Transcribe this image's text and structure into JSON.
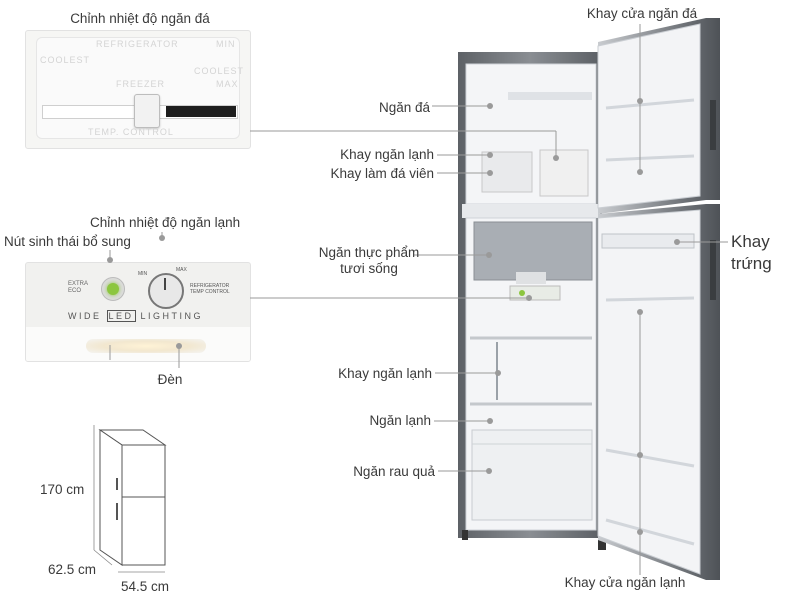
{
  "labels": {
    "freezer_temp_control": "Chỉnh nhiệt độ ngăn đá",
    "fridge_temp_control": "Chỉnh nhiệt độ ngăn lạnh",
    "eco_button": "Nút sinh thái bổ sung",
    "light": "Đèn",
    "freezer_door_tray": "Khay cửa ngăn đá",
    "freezer": "Ngăn đá",
    "fridge_tray_top": "Khay ngăn lạnh",
    "ice_tray": "Khay làm đá viên",
    "fresh_food": "Ngăn thực phẩm tươi sống",
    "egg_tray": "Khay trứng",
    "fridge_tray": "Khay ngăn lạnh",
    "fridge": "Ngăn lạnh",
    "crisper": "Ngăn rau quả",
    "fridge_door_tray": "Khay cửa ngăn lạnh"
  },
  "dimensions": {
    "height": "170 cm",
    "depth": "62.5 cm",
    "width": "54.5 cm"
  },
  "panel_text": {
    "refrigerator": "REFRIGERATOR",
    "freezer": "FREEZER",
    "temp_control": "TEMP. CONTROL",
    "coolest": "COOLEST",
    "min": "MIN",
    "max": "MAX",
    "extra_eco": "EXTRA ECO",
    "refrigerator_temp_control": "REFRIGERATOR TEMP CONTROL",
    "wide_led_lighting_1": "WIDE",
    "wide_led_lighting_2": "LED",
    "wide_led_lighting_3": "LIGHTING",
    "dial_min": "MIN",
    "dial_max": "MAX"
  },
  "colors": {
    "fridge_body": "#6f7378",
    "interior": "#f4f5f7",
    "eco_green": "#8cc63f",
    "leader_line": "#9a9a9a"
  }
}
